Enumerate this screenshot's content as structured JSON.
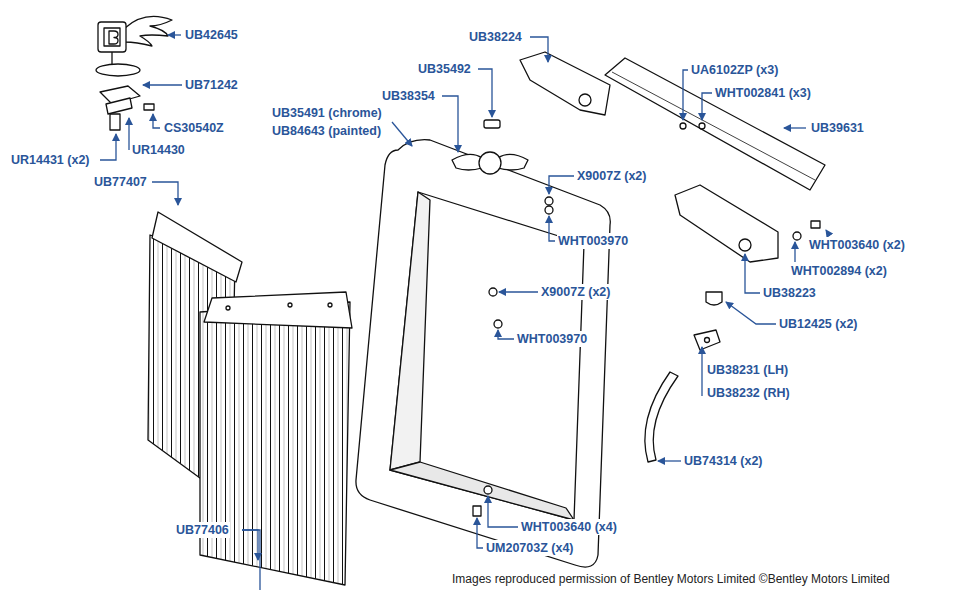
{
  "diagram": {
    "caption": "Images reproduced permission of Bentley Motors Limited ©Bentley Motors Limited",
    "labels": [
      "UB42645",
      "UB71242",
      "CS30540Z",
      "UR14431 (x2)",
      "UR14430",
      "UB77407",
      "UB77406",
      "UB38224",
      "UB35492",
      "UB38354",
      "UB35491 (chrome)",
      "UB84643 (painted)",
      "UA6102ZP (x3)",
      "WHT002841 (x3)",
      "UB39631",
      "X9007Z (x2)",
      "WHT003970",
      "WHT003640 (x2)",
      "WHT002894 (x2)",
      "X9007Z (x2)",
      "UB38223",
      "UB12425 (x2)",
      "WHT003970",
      "UB38231 (LH)",
      "UB38232 (RH)",
      "UB74314 (x2)",
      "WHT003640 (x4)",
      "UM20703Z (x4)"
    ]
  }
}
